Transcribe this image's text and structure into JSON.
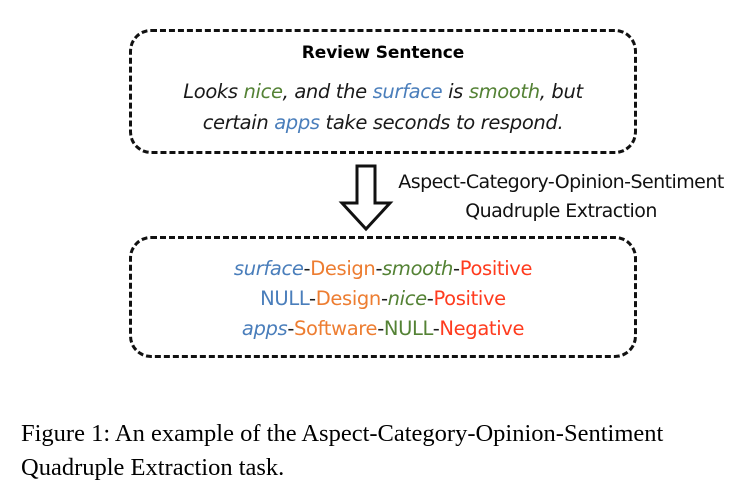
{
  "figure": {
    "caption": "Figure 1: An example of the Aspect-Category-Opinion-Sentiment Quadruple Extraction task."
  },
  "colors": {
    "aspect": "#4A7EBB",
    "category": "#ED7D31",
    "opinion": "#548235",
    "sentiment": "#FF3B1E",
    "plain_text": "#1a1a1a",
    "border": "#111111",
    "background": "#ffffff"
  },
  "review_box": {
    "title": "Review Sentence",
    "sentence_line1": [
      {
        "text": "Looks ",
        "role": "plain"
      },
      {
        "text": "nice",
        "role": "opinion"
      },
      {
        "text": ", and the ",
        "role": "plain"
      },
      {
        "text": "surface",
        "role": "aspect"
      },
      {
        "text": " is ",
        "role": "plain"
      },
      {
        "text": "smooth",
        "role": "opinion"
      },
      {
        "text": ", but",
        "role": "plain"
      }
    ],
    "sentence_line2": [
      {
        "text": "certain ",
        "role": "plain"
      },
      {
        "text": "apps",
        "role": "aspect"
      },
      {
        "text": " take seconds to respond.",
        "role": "plain"
      }
    ],
    "sentence_plain": "Looks nice, and the surface is smooth, but certain apps take seconds to respond."
  },
  "arrow": {
    "icon": "down-block-arrow-icon",
    "direction": "down",
    "style": "hollow-outline"
  },
  "transform_label": {
    "line1": "Aspect-Category-Opinion-Sentiment",
    "line2": "Quadruple Extraction",
    "full": "Aspect-Category-Opinion-Sentiment Quadruple Extraction"
  },
  "quad_box": {
    "separator": "-",
    "slot_order": [
      "aspect",
      "category",
      "opinion",
      "sentiment"
    ],
    "quadruples": [
      {
        "aspect": "surface",
        "category": "Design",
        "opinion": "smooth",
        "sentiment": "Positive",
        "aspect_italic": true,
        "opinion_italic": true,
        "text": "surface-Design-smooth-Positive"
      },
      {
        "aspect": "NULL",
        "category": "Design",
        "opinion": "nice",
        "sentiment": "Positive",
        "aspect_italic": false,
        "opinion_italic": true,
        "text": "NULL-Design-nice-Positive"
      },
      {
        "aspect": "apps",
        "category": "Software",
        "opinion": "NULL",
        "sentiment": "Negative",
        "aspect_italic": true,
        "opinion_italic": false,
        "text": "apps-Software-NULL-Negative"
      }
    ]
  }
}
